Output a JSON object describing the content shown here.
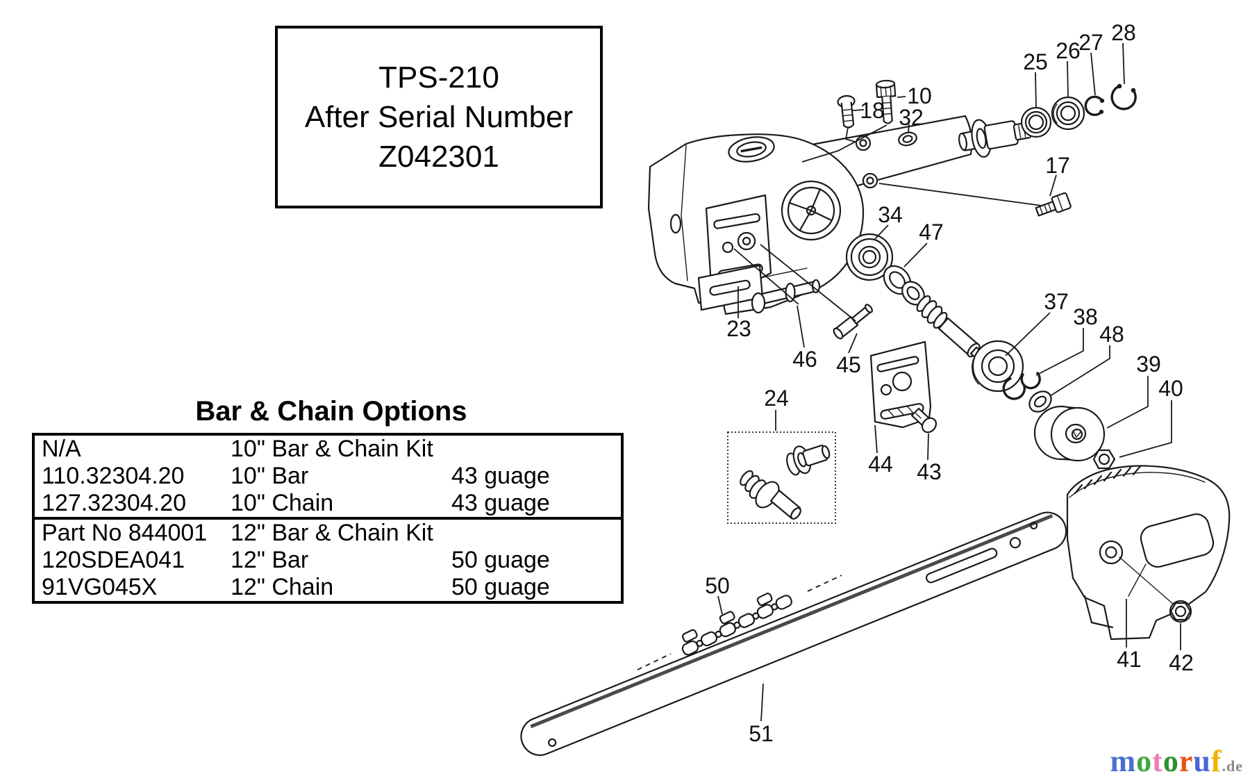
{
  "title_box": {
    "model": "TPS-210",
    "note": "After Serial Number",
    "serial": "Z042301"
  },
  "options_table": {
    "title": "Bar & Chain Options",
    "rows": [
      {
        "part": "N/A",
        "desc": "10\" Bar & Chain Kit",
        "gauge": ""
      },
      {
        "part": "110.32304.20",
        "desc": "10\" Bar",
        "gauge": "43 guage"
      },
      {
        "part": "127.32304.20",
        "desc": "10\" Chain",
        "gauge": "43 guage"
      },
      {
        "part": "Part No 844001",
        "desc": "12\" Bar & Chain Kit",
        "gauge": ""
      },
      {
        "part": "120SDEA041",
        "desc": "12\" Bar",
        "gauge": "50 guage"
      },
      {
        "part": "91VG045X",
        "desc": "12\" Chain",
        "gauge": "50 guage"
      }
    ]
  },
  "callouts": {
    "c10": "10",
    "c17": "17",
    "c18": "18",
    "c23": "23",
    "c24": "24",
    "c25": "25",
    "c26": "26",
    "c27": "27",
    "c28": "28",
    "c32": "32",
    "c34": "34",
    "c37": "37",
    "c38": "38",
    "c39": "39",
    "c40": "40",
    "c41": "41",
    "c42": "42",
    "c43": "43",
    "c44": "44",
    "c45": "45",
    "c46": "46",
    "c47": "47",
    "c48": "48",
    "c50": "50",
    "c51": "51"
  },
  "colors": {
    "ink": "#1a1a1a",
    "table_border": "#000000"
  },
  "watermark": {
    "letters": [
      {
        "ch": "m",
        "color": "#4a6fd1"
      },
      {
        "ch": "o",
        "color": "#3faa3f"
      },
      {
        "ch": "t",
        "color": "#ef7bb7"
      },
      {
        "ch": "o",
        "color": "#2e8f2e"
      },
      {
        "ch": "r",
        "color": "#e85413"
      },
      {
        "ch": "u",
        "color": "#4a63d6"
      },
      {
        "ch": "f",
        "color": "#eeb400"
      }
    ],
    "suffix": ".de",
    "suffix_color": "#8a8a8a"
  }
}
